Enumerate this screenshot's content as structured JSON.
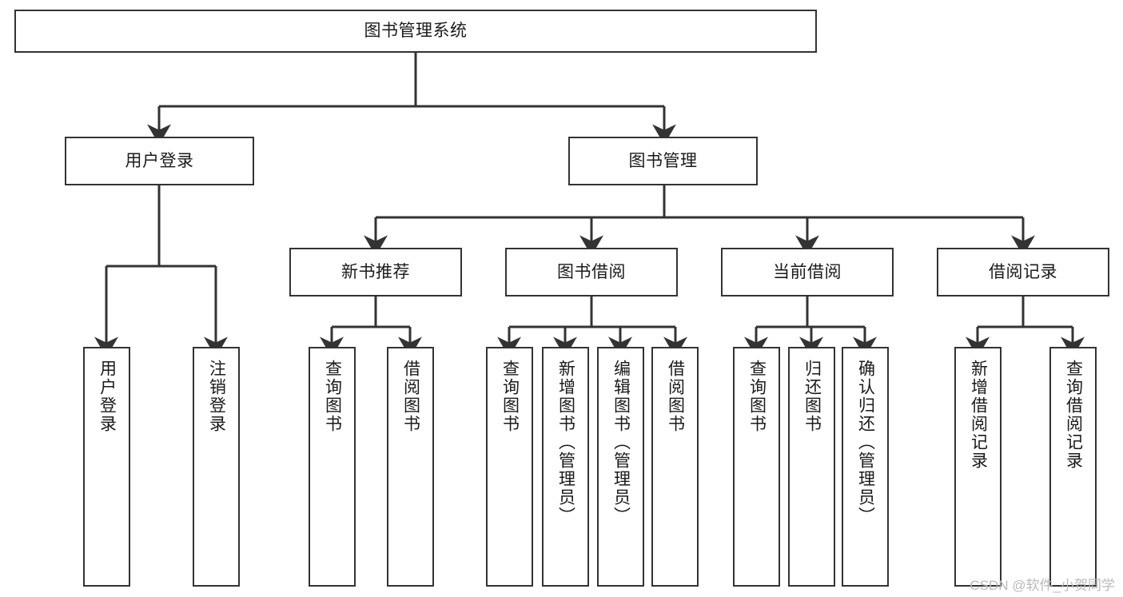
{
  "diagram": {
    "title": "图书管理系统",
    "watermark": "CSDN @软件_小贺同学",
    "colors": {
      "box_border": "#333333",
      "box_fill": "#ffffff",
      "edge": "#333333",
      "text": "#1a1a1a",
      "watermark": "#b9b9b9",
      "background": "#ffffff"
    },
    "levels": {
      "root": {
        "label": "图书管理系统"
      },
      "level2": [
        {
          "id": "user-login",
          "label": "用户登录"
        },
        {
          "id": "book-management",
          "label": "图书管理"
        }
      ],
      "level3": [
        {
          "id": "new-book-recommend",
          "label": "新书推荐"
        },
        {
          "id": "book-borrow",
          "label": "图书借阅"
        },
        {
          "id": "current-borrow",
          "label": "当前借阅"
        },
        {
          "id": "borrow-record",
          "label": "借阅记录"
        }
      ],
      "leaves": [
        {
          "id": "leaf-user-login",
          "label": "用户登录",
          "parent": "user-login"
        },
        {
          "id": "leaf-logout-login",
          "label": "注销登录",
          "parent": "user-login"
        },
        {
          "id": "leaf-query-book-1",
          "label": "查询图书",
          "parent": "new-book-recommend"
        },
        {
          "id": "leaf-borrow-book-1",
          "label": "借阅图书",
          "parent": "new-book-recommend"
        },
        {
          "id": "leaf-query-book-2",
          "label": "查询图书",
          "parent": "book-borrow"
        },
        {
          "id": "leaf-add-book",
          "label": "新增图书（管理员）",
          "parent": "book-borrow"
        },
        {
          "id": "leaf-edit-book",
          "label": "编辑图书（管理员）",
          "parent": "book-borrow"
        },
        {
          "id": "leaf-borrow-book-2",
          "label": "借阅图书",
          "parent": "book-borrow"
        },
        {
          "id": "leaf-query-book-3",
          "label": "查询图书",
          "parent": "current-borrow"
        },
        {
          "id": "leaf-return-book",
          "label": "归还图书",
          "parent": "current-borrow"
        },
        {
          "id": "leaf-confirm-return",
          "label": "确认归还（管理员）",
          "parent": "current-borrow"
        },
        {
          "id": "leaf-add-borrow-record",
          "label": "新增借阅记录",
          "parent": "borrow-record"
        },
        {
          "id": "leaf-query-borrow-record",
          "label": "查询借阅记录",
          "parent": "borrow-record"
        }
      ]
    }
  }
}
